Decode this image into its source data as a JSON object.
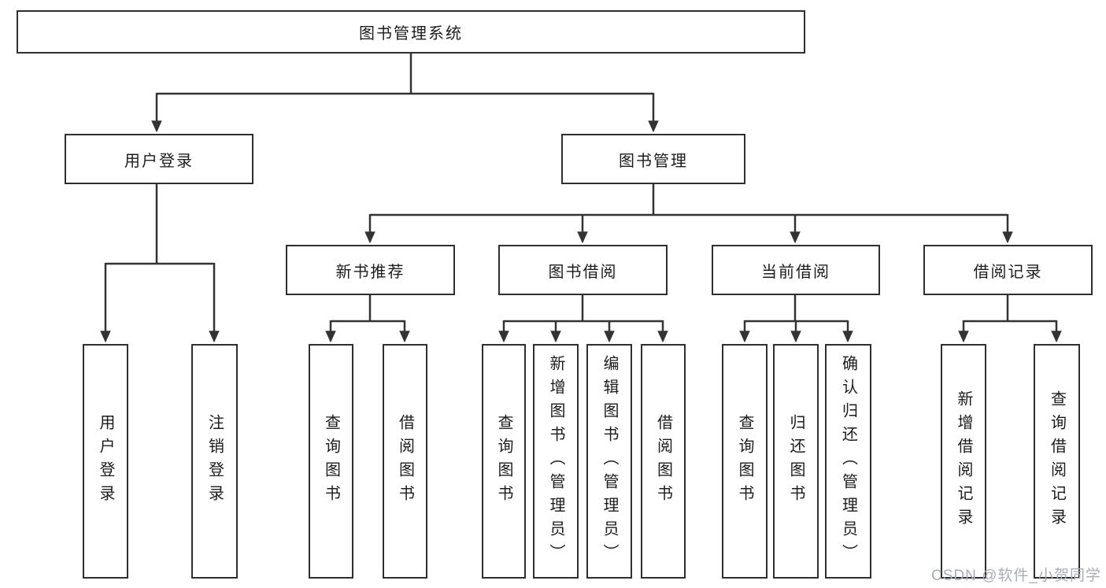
{
  "tree": {
    "label": "图书管理系统",
    "children": [
      {
        "label": "用户登录",
        "children": [
          {
            "label": "用户登录"
          },
          {
            "label": "注销登录"
          }
        ]
      },
      {
        "label": "图书管理",
        "children": [
          {
            "label": "新书推荐",
            "children": [
              {
                "label": "查询图书"
              },
              {
                "label": "借阅图书"
              }
            ]
          },
          {
            "label": "图书借阅",
            "children": [
              {
                "label": "查询图书"
              },
              {
                "label": "新增图书（管理员）"
              },
              {
                "label": "编辑图书（管理员）"
              },
              {
                "label": "借阅图书"
              }
            ]
          },
          {
            "label": "当前借阅",
            "children": [
              {
                "label": "查询图书"
              },
              {
                "label": "归还图书"
              },
              {
                "label": "确认归还（管理员）"
              }
            ]
          },
          {
            "label": "借阅记录",
            "children": [
              {
                "label": "新增借阅记录"
              },
              {
                "label": "查询借阅记录"
              }
            ]
          }
        ]
      }
    ]
  },
  "watermark": {
    "text": "CSDN @软件_小贺同学"
  },
  "colors": {
    "line": "#333333",
    "box_border": "#2f2f2f",
    "text": "#1c1c1c",
    "watermark": "#a9adb5",
    "background": "#ffffff"
  }
}
